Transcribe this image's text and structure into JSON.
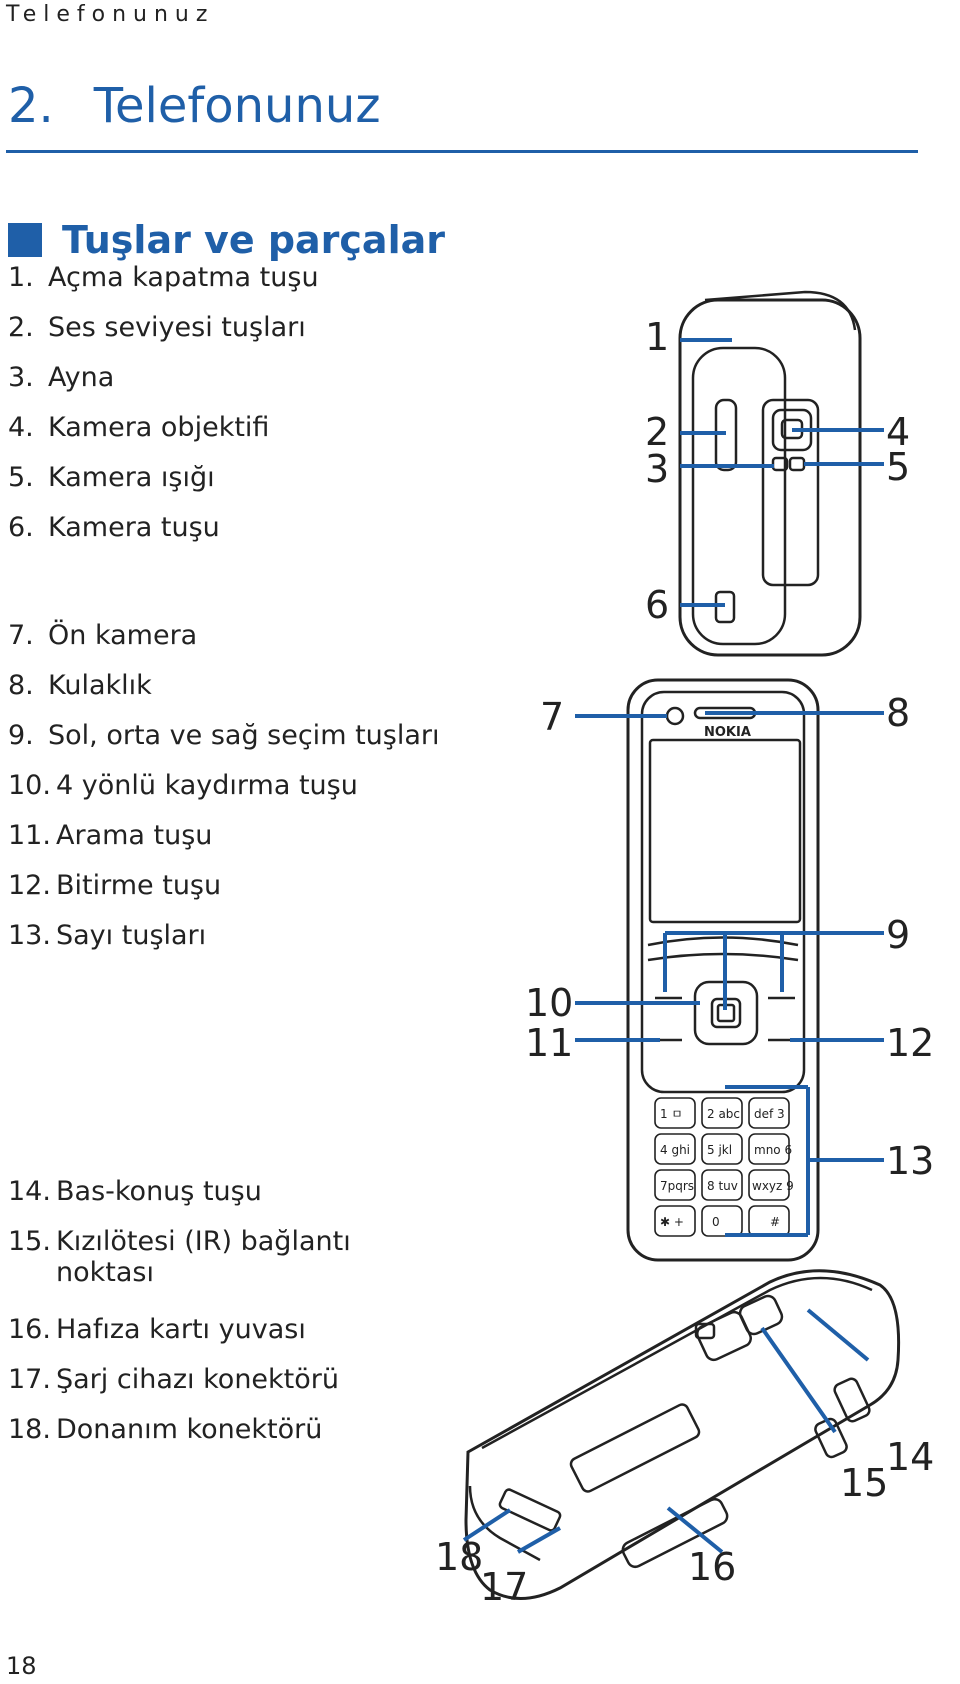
{
  "running_header": "Telefonunuz",
  "chapter": {
    "number": "2.",
    "title": "Telefonunuz"
  },
  "section_title": "Tuşlar ve parçalar",
  "items": [
    {
      "n": "1.",
      "text": "Açma kapatma tuşu"
    },
    {
      "n": "2.",
      "text": "Ses seviyesi tuşları"
    },
    {
      "n": "3.",
      "text": "Ayna"
    },
    {
      "n": "4.",
      "text": "Kamera objektifi"
    },
    {
      "n": "5.",
      "text": "Kamera ışığı"
    },
    {
      "n": "6.",
      "text": "Kamera tuşu"
    },
    {
      "n": "7.",
      "text": "Ön kamera"
    },
    {
      "n": "8.",
      "text": "Kulaklık"
    },
    {
      "n": "9.",
      "text": "Sol, orta ve sağ seçim tuşları"
    },
    {
      "n": "10.",
      "text": "4 yönlü kaydırma tuşu"
    },
    {
      "n": "11.",
      "text": "Arama tuşu"
    },
    {
      "n": "12.",
      "text": "Bitirme tuşu"
    },
    {
      "n": "13.",
      "text": "Sayı tuşları"
    },
    {
      "n": "14.",
      "text": "Bas-konuş tuşu"
    },
    {
      "n": "15.",
      "text": "Kızılötesi (IR) bağlantı",
      "cont": "noktası"
    },
    {
      "n": "16.",
      "text": "Hafıza kartı yuvası"
    },
    {
      "n": "17.",
      "text": "Şarj cihazı konektörü"
    },
    {
      "n": "18.",
      "text": "Donanım konektörü"
    }
  ],
  "figure": {
    "brand": "NOKIA",
    "callouts": [
      "1",
      "2",
      "3",
      "4",
      "5",
      "6",
      "7",
      "8",
      "9",
      "10",
      "11",
      "12",
      "13",
      "14",
      "15",
      "16",
      "17",
      "18"
    ],
    "keypad": [
      "1 ㅁ",
      "2 abc",
      "def 3",
      "4 ghi",
      "5 jkl",
      "mno 6",
      "7pqrs",
      "8 tuv",
      "wxyz 9",
      "✱ +",
      "0",
      "#"
    ]
  },
  "page_number": "18",
  "colors": {
    "accent": "#1f5fa8",
    "leader": "#1f5fa8",
    "text": "#222222"
  }
}
